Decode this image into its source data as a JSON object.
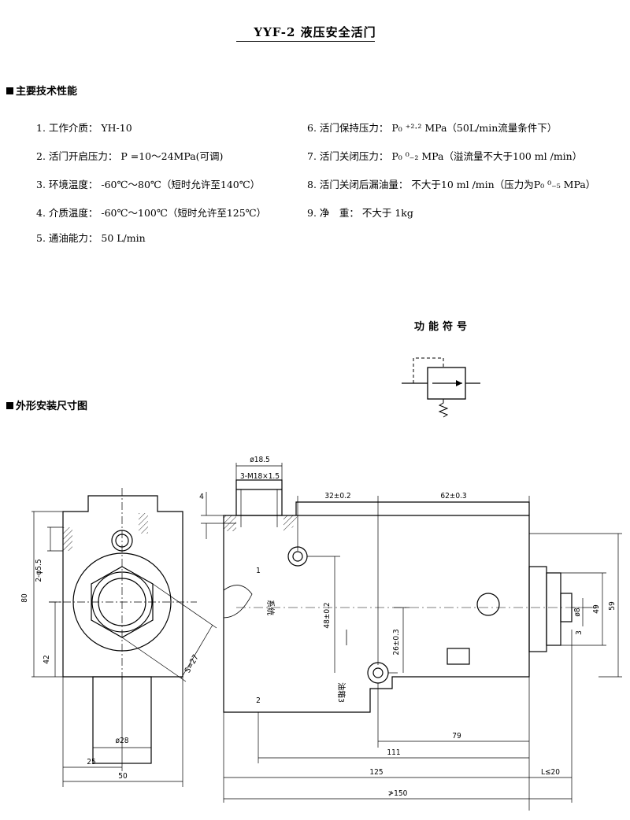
{
  "title": "YYF-2 液压安全活门",
  "sections": {
    "specs_heading": "主要技术性能",
    "drawing_heading": "外形安装尺寸图"
  },
  "specs_left": [
    "1. 工作介质： YH-10",
    "2. 活门开启压力： P =10～24MPa(可调)",
    "3. 环境温度： -60℃～80℃（短时允许至140℃）",
    "4. 介质温度： -60℃～100℃（短时允许至125℃）",
    "5. 通油能力： 50 L/min"
  ],
  "specs_right": [
    "6. 活门保持压力： P₀ ⁺²·² MPa（50L/min流量条件下）",
    "7. 活门关闭压力： P₀ ⁰₋₂ MPa（溢流量不大于100 ml /min）",
    "8. 活门关闭后漏油量： 不大于10 ml /min（压力为P₀ ⁰₋₅ MPa）",
    "9. 净　重： 不大于 1kg"
  ],
  "function_symbol_title": "功能符号",
  "drawing": {
    "left_dims": {
      "hole": "2-φ5.5",
      "h80": "80",
      "h42": "42",
      "d28": "ø28",
      "w25": "25",
      "w50": "50",
      "s27": "S=27"
    },
    "right_dims": {
      "d18_5": "ø18.5",
      "thread": "3-M18×1.5",
      "t4": "4",
      "d32": "32±0.2",
      "d62": "62±0.3",
      "d48": "48±0.2",
      "d26": "26±0.3",
      "d59": "59",
      "d49": "49",
      "phi8": "ø8",
      "t3": "3",
      "l79": "79",
      "l111": "111",
      "l125": "125",
      "l20": "L≤20",
      "l150": "≯150"
    },
    "port_labels": {
      "p1": "1",
      "p2": "2",
      "system": "系统",
      "drain": "油箱3"
    }
  }
}
